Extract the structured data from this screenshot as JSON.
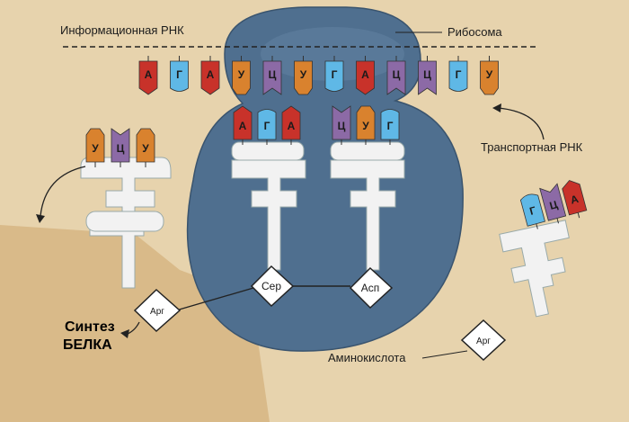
{
  "labels": {
    "mrna": "Информационная РНК",
    "ribosome": "Рибосома",
    "trna": "Транспортная РНК",
    "amino_acid": "Аминокислота",
    "synthesis_line1": "Синтез",
    "synthesis_line2": "БЕЛКА"
  },
  "mrna_codons": [
    "А",
    "Г",
    "А",
    "У",
    "Ц",
    "У",
    "Г",
    "А",
    "Ц",
    "Ц",
    "Г",
    "У"
  ],
  "anticodons_bound_1": [
    "А",
    "Г",
    "А"
  ],
  "anticodons_bound_2": [
    "Ц",
    "У",
    "Г"
  ],
  "anticodons_leaving": [
    "У",
    "Ц",
    "У"
  ],
  "anticodons_incoming": [
    "Г",
    "Ц",
    "А"
  ],
  "amino_acids": {
    "bound_1": "Сер",
    "bound_2": "Асп",
    "leaving": "Арг",
    "incoming": "Арг"
  },
  "colors": {
    "А": "#c8322a",
    "Г": "#5fb8e6",
    "У": "#d9822e",
    "Ц": "#8c6aa6",
    "ribosome": "#4f6f8f",
    "background": "#d6b98c",
    "page": "#e7d3ad"
  }
}
